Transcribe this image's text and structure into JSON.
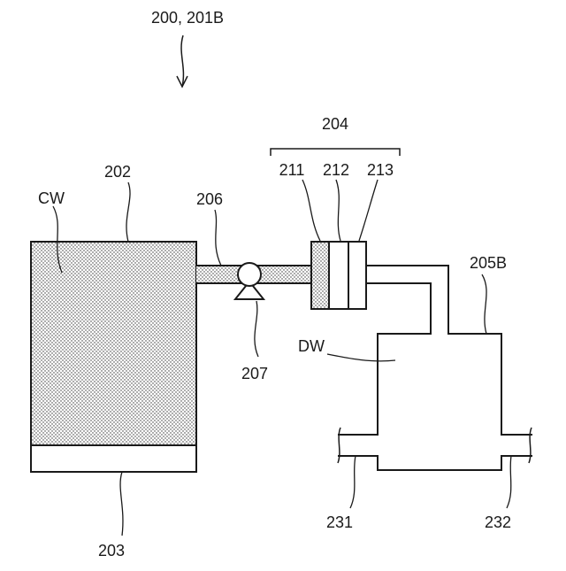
{
  "figure": {
    "reference": "200, 201B",
    "labels": {
      "cw": "CW",
      "dw": "DW",
      "tank": "202",
      "base": "203",
      "filter_group": "204",
      "filter_a": "211",
      "filter_b": "212",
      "filter_c": "213",
      "outlet_tank": "205B",
      "pipe": "206",
      "pump": "207",
      "port_left": "231",
      "port_right": "232"
    }
  }
}
